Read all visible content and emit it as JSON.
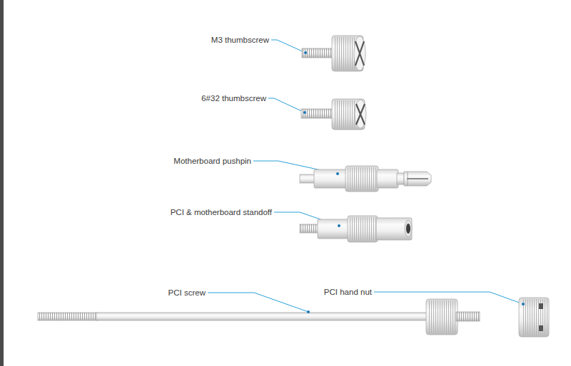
{
  "diagram": {
    "labels": [
      "M3 thumbscrew",
      "6#32 thumbscrew",
      "Motherboard pushpin",
      "PCI & motherboard standoff",
      "PCI screw",
      "PCI hand nut"
    ]
  }
}
